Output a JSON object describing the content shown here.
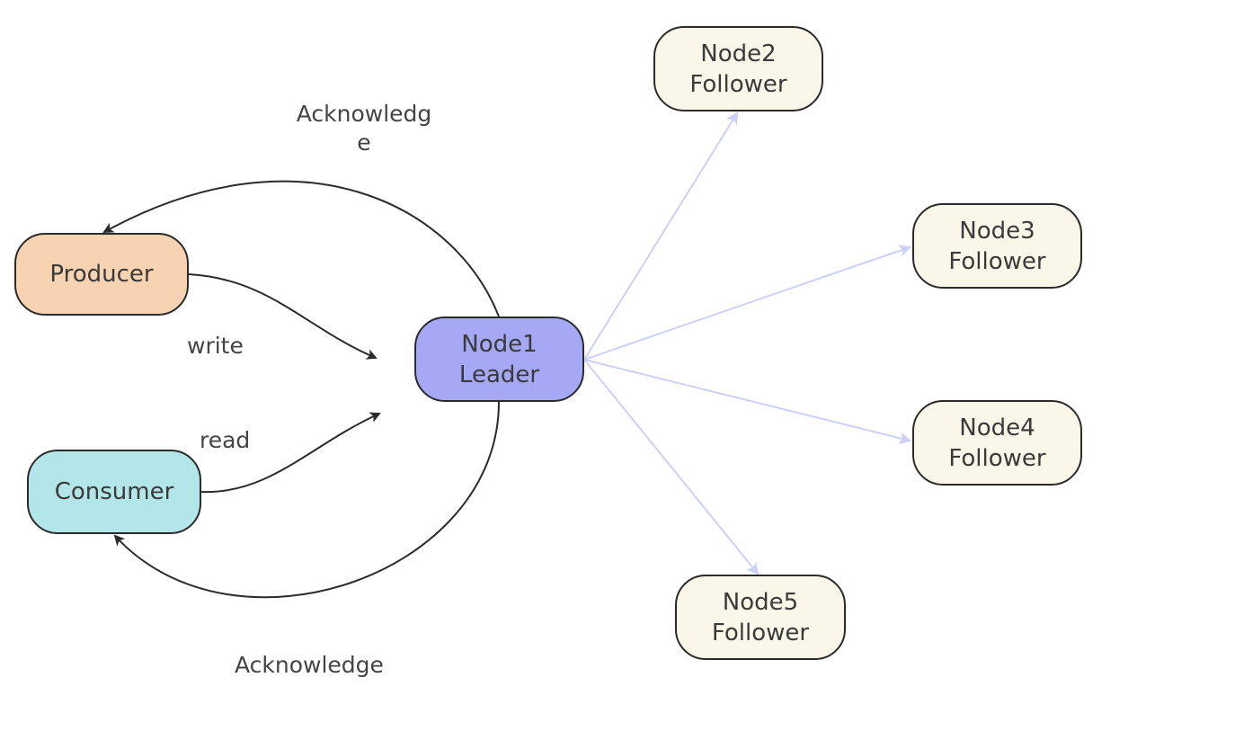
{
  "colors": {
    "producer_fill": "#f8d3b2",
    "consumer_fill": "#b3e6e8",
    "leader_fill": "#a5a9f5",
    "follower_fill": "#fbf7e8",
    "client_edge": "#2b2b2b",
    "replication_edge": "#cdd0f7"
  },
  "nodes": {
    "producer": {
      "line1": "Producer"
    },
    "consumer": {
      "line1": "Consumer"
    },
    "leader": {
      "line1": "Node1",
      "line2": "Leader"
    },
    "node2": {
      "line1": "Node2",
      "line2": "Follower"
    },
    "node3": {
      "line1": "Node3",
      "line2": "Follower"
    },
    "node4": {
      "line1": "Node4",
      "line2": "Follower"
    },
    "node5": {
      "line1": "Node5",
      "line2": "Follower"
    }
  },
  "edges": {
    "write": "write",
    "read": "read",
    "ack_producer_line1": "Acknowledg",
    "ack_producer_line2": "e",
    "ack_consumer": "Acknowledge"
  }
}
